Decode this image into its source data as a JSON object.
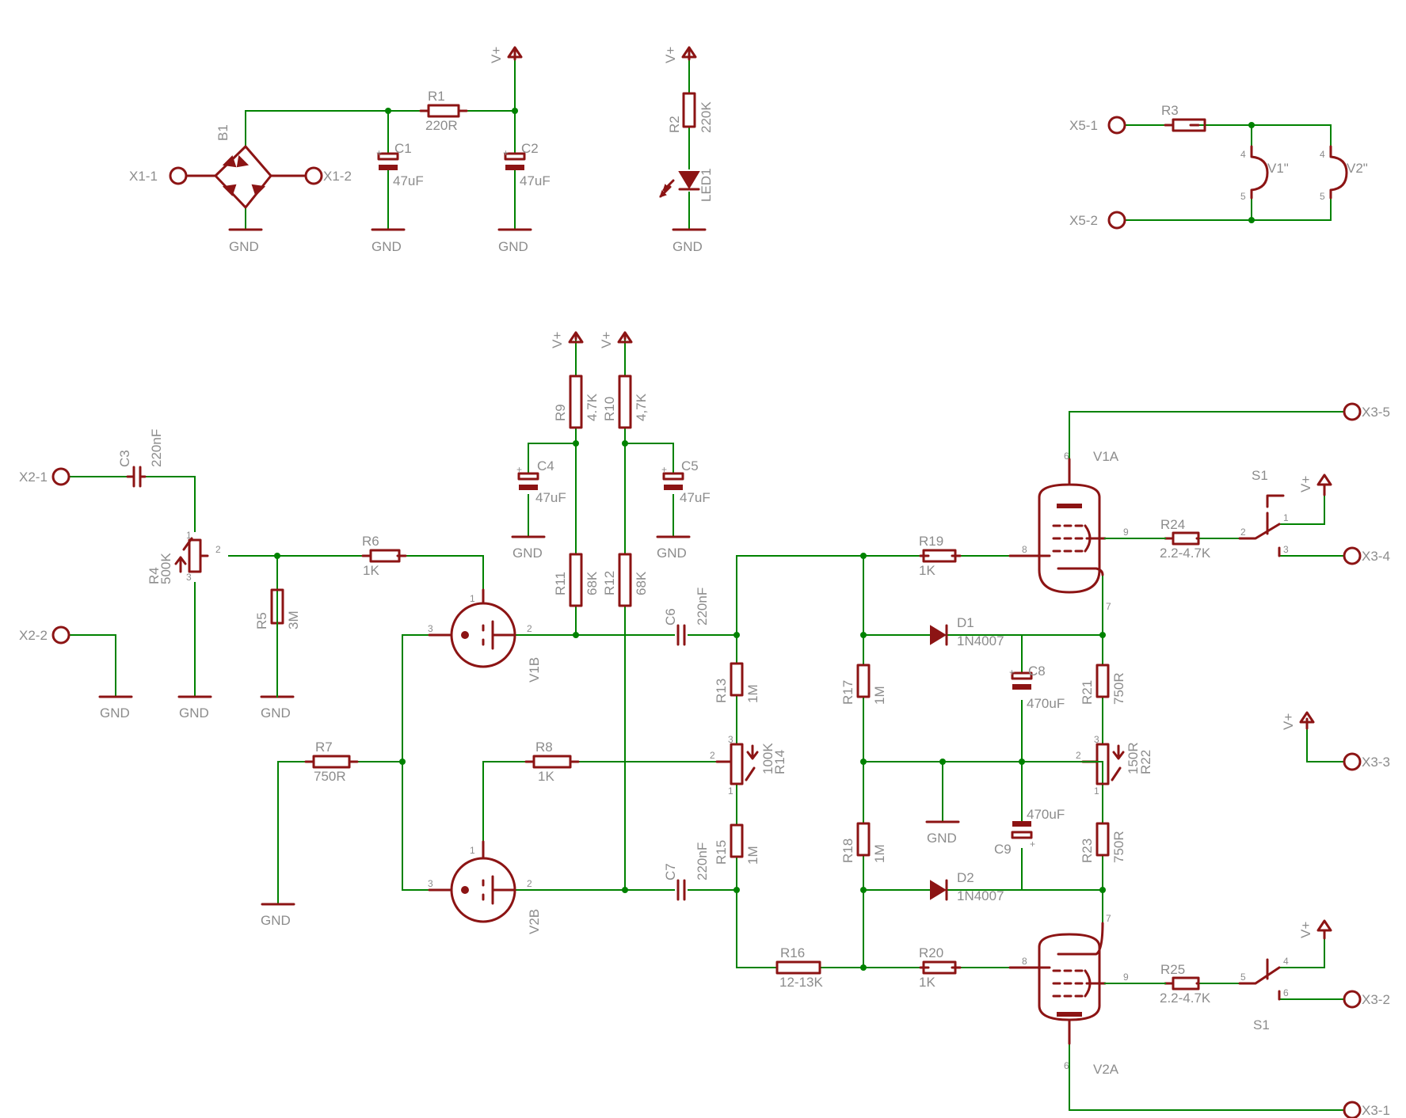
{
  "power": {
    "vplus": "V+",
    "gnd": "GND"
  },
  "connectors": {
    "x1_1": "X1-1",
    "x1_2": "X1-2",
    "x2_1": "X2-1",
    "x2_2": "X2-2",
    "x3_1": "X3-1",
    "x3_2": "X3-2",
    "x3_3": "X3-3",
    "x3_4": "X3-4",
    "x3_5": "X3-5",
    "x5_1": "X5-1",
    "x5_2": "X5-2"
  },
  "parts": {
    "b1": "B1",
    "r1": {
      "name": "R1",
      "value": "220R"
    },
    "r2": {
      "name": "R2",
      "value": "220K"
    },
    "r3": {
      "name": "R3"
    },
    "r4": {
      "name": "R4",
      "value": "500K"
    },
    "r5": {
      "name": "R5",
      "value": "3M"
    },
    "r6": {
      "name": "R6",
      "value": "1K"
    },
    "r7": {
      "name": "R7",
      "value": "750R"
    },
    "r8": {
      "name": "R8",
      "value": "1K"
    },
    "r9": {
      "name": "R9",
      "value": "4.7K"
    },
    "r10": {
      "name": "R10",
      "value": "4,7K"
    },
    "r11": {
      "name": "R11",
      "value": "68K"
    },
    "r12": {
      "name": "R12",
      "value": "68K"
    },
    "r13": {
      "name": "R13",
      "value": "1M"
    },
    "r14": {
      "name": "R14",
      "value": "100K"
    },
    "r15": {
      "name": "R15",
      "value": "1M"
    },
    "r16": {
      "name": "R16",
      "value": "12-13K"
    },
    "r17": {
      "name": "R17",
      "value": "1M"
    },
    "r18": {
      "name": "R18",
      "value": "1M"
    },
    "r19": {
      "name": "R19",
      "value": "1K"
    },
    "r20": {
      "name": "R20",
      "value": "1K"
    },
    "r21": {
      "name": "R21",
      "value": "750R"
    },
    "r22": {
      "name": "R22",
      "value": "150R"
    },
    "r23": {
      "name": "R23",
      "value": "750R"
    },
    "r24": {
      "name": "R24",
      "value": "2.2-4.7K"
    },
    "r25": {
      "name": "R25",
      "value": "2.2-4.7K"
    },
    "c1": {
      "name": "C1",
      "value": "47uF"
    },
    "c2": {
      "name": "C2",
      "value": "47uF"
    },
    "c3": {
      "name": "C3",
      "value": "220nF"
    },
    "c4": {
      "name": "C4",
      "value": "47uF"
    },
    "c5": {
      "name": "C5",
      "value": "47uF"
    },
    "c6": {
      "name": "C6",
      "value": "220nF"
    },
    "c7": {
      "name": "C7",
      "value": "220nF"
    },
    "c8": {
      "name": "C8",
      "value": "470uF"
    },
    "c9": {
      "name": "C9",
      "value": "470uF"
    },
    "d1": {
      "name": "D1",
      "value": "1N4007"
    },
    "d2": {
      "name": "D2",
      "value": "1N4007"
    },
    "led1": "LED1",
    "v1a": "V1A",
    "v2a": "V2A",
    "v1b": "V1B",
    "v2b": "V2B",
    "v1h": "V1\"",
    "v2h": "V2\"",
    "s1": "S1"
  }
}
